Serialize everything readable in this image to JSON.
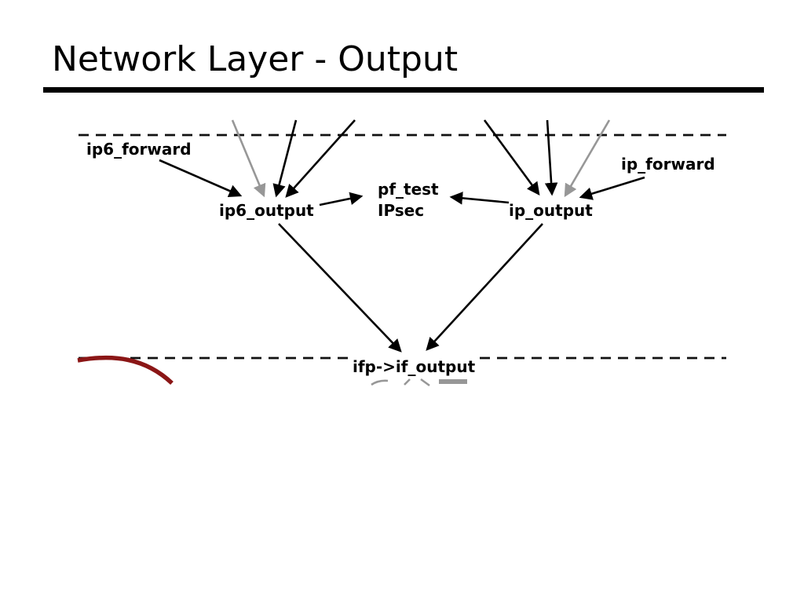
{
  "slide": {
    "title": "Network Layer - Output"
  },
  "diagram": {
    "labels": {
      "ip6_forward": "ip6_forward",
      "ip_forward": "ip_forward",
      "ip6_output": "ip6_output",
      "ip_output": "ip_output",
      "pf_test": "pf_test",
      "ipsec": "IPsec",
      "if_output": "ifp->if_output"
    },
    "colors": {
      "text": "#000000",
      "arrow_black": "#000000",
      "arrow_gray": "#979797",
      "dashed_line": "#111111",
      "annotation_red": "#8b1616"
    }
  }
}
